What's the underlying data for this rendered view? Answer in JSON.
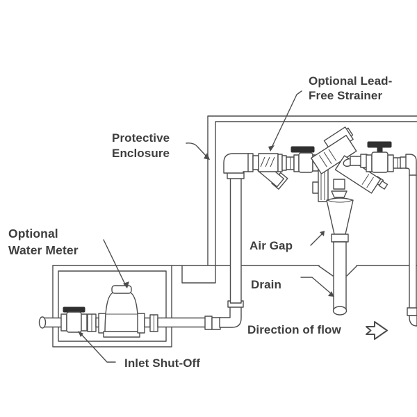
{
  "diagram": {
    "type": "technical-illustration",
    "subject": "Backflow preventer installation with protective enclosure, water meter pit and air-gap drain",
    "colors": {
      "line": "#4c4c4c",
      "text": "#3e3e3e",
      "background": "#ffffff",
      "valve_handle": "#2f2f2f"
    },
    "labels": {
      "strainer": "Optional Lead-\nFree Strainer",
      "enclosure": "Protective\nEnclosure",
      "water_meter": "Optional\nWater Meter",
      "air_gap": "Air Gap",
      "drain": "Drain",
      "direction_of_flow": "Direction of flow",
      "inlet_shut_off": "Inlet Shut-Off"
    },
    "icons": {
      "flow_arrow": "right-block-arrow"
    }
  }
}
